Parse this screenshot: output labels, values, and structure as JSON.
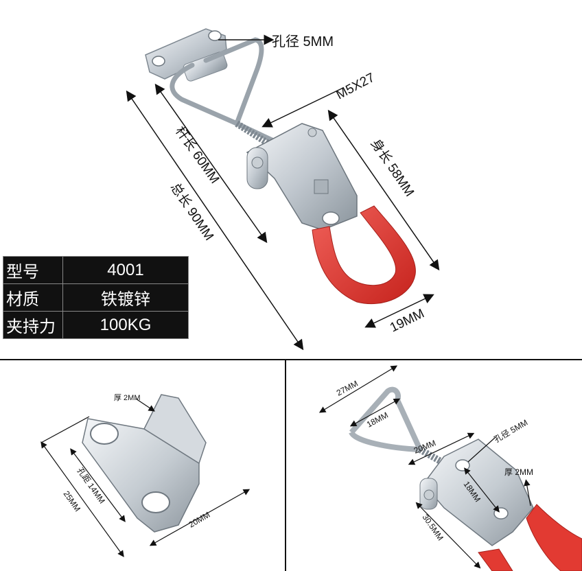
{
  "top": {
    "hole_label": "孔径 5MM",
    "screw_label": "M5X27",
    "rod_label": "杆长 60MM",
    "total_label": "总长 90MM",
    "body_label": "身长 58MM",
    "width_label": "19MM"
  },
  "spec_table": {
    "rows": [
      {
        "key": "型号",
        "value": "4001"
      },
      {
        "key": "材质",
        "value": "铁镀锌"
      },
      {
        "key": "夹持力",
        "value": "100KG"
      }
    ]
  },
  "bottom_left": {
    "thickness_label": "厚 2MM",
    "spacing_label": "孔距 14MM",
    "height_label": "25MM",
    "width_label": "20MM"
  },
  "bottom_right": {
    "loop_width_label": "27MM",
    "loop_inner_label": "18MM",
    "rod_label": "20MM",
    "hole_label": "孔径 5MM",
    "thickness_label": "厚 2MM",
    "hole_spacing_label": "18MM",
    "body_label": "30.5MM"
  },
  "colors": {
    "metal_light": "#e8ecef",
    "metal_mid": "#b9c1c8",
    "metal_dark": "#7d8790",
    "handle_red": "#e23a32",
    "line": "#111111"
  }
}
